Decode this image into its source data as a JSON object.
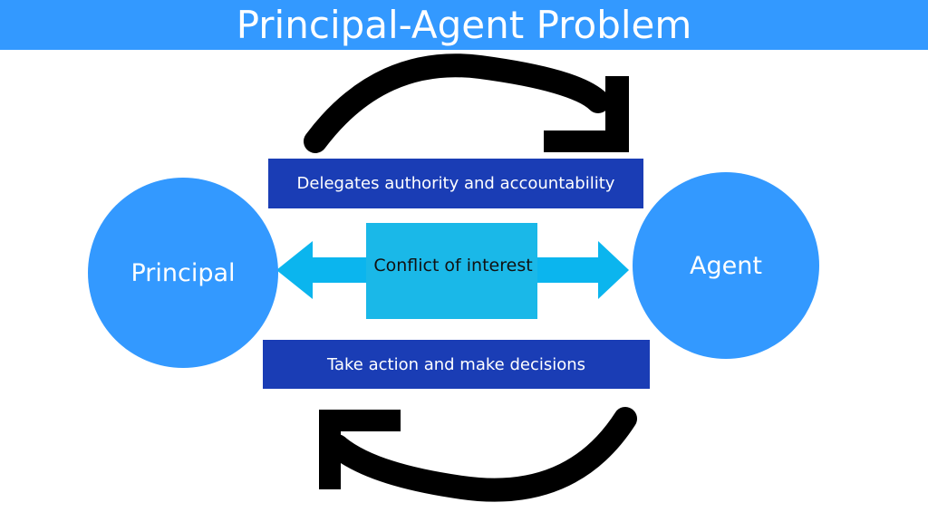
{
  "title": "Principal-Agent Problem",
  "nodes": {
    "principal": "Principal",
    "agent": "Agent"
  },
  "relations": {
    "delegates": "Delegates authority and accountability",
    "actions": "Take action and make decisions",
    "conflict": "Conflict of interest"
  },
  "colors": {
    "title_bar": "#3399ff",
    "circle": "#3399ff",
    "relation_box": "#1a3db5",
    "conflict_arrow": "#0bb5ee",
    "conflict_box": "#1ab8e8",
    "cycle_arrow": "#000000"
  }
}
